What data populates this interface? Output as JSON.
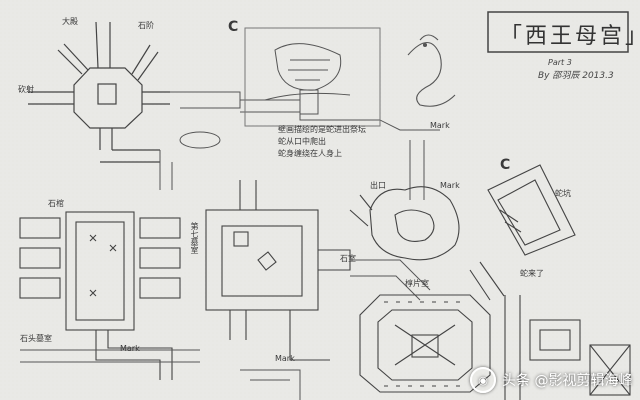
{
  "title": "「西王母宫」",
  "subtitle_part": "Part 3",
  "subtitle_by": "By 邵羽辰 2013.3",
  "watermark": {
    "text": "头条 @影视剪辑海峰",
    "icon": "camera-icon"
  },
  "labels": {
    "big_c_1": "C",
    "big_c_2": "C",
    "left_room": "砍射",
    "top_left_1": "大殿",
    "top_left_2": "石阶",
    "right_small": "蛇坑",
    "stone_coffin": "石棺",
    "seventh_room": "第七墓室",
    "main_chamber": "椁片室",
    "exit": "出口",
    "mark_1": "Mark",
    "mark_2": "Mark",
    "mark_3": "Mark",
    "mark_4": "Mark",
    "note_1": "壁画描绘的是蛇进出祭坛",
    "note_2": "蛇从口中爬出",
    "note_3": "蛇身缠绕在人身上",
    "bottom_left": "石头墓室",
    "note_right": "蛇来了",
    "room_left": "石室"
  },
  "colors": {
    "paper": "#e9e9e6",
    "ink": "#3a3a3a",
    "pencil": "#8a8a8a"
  }
}
